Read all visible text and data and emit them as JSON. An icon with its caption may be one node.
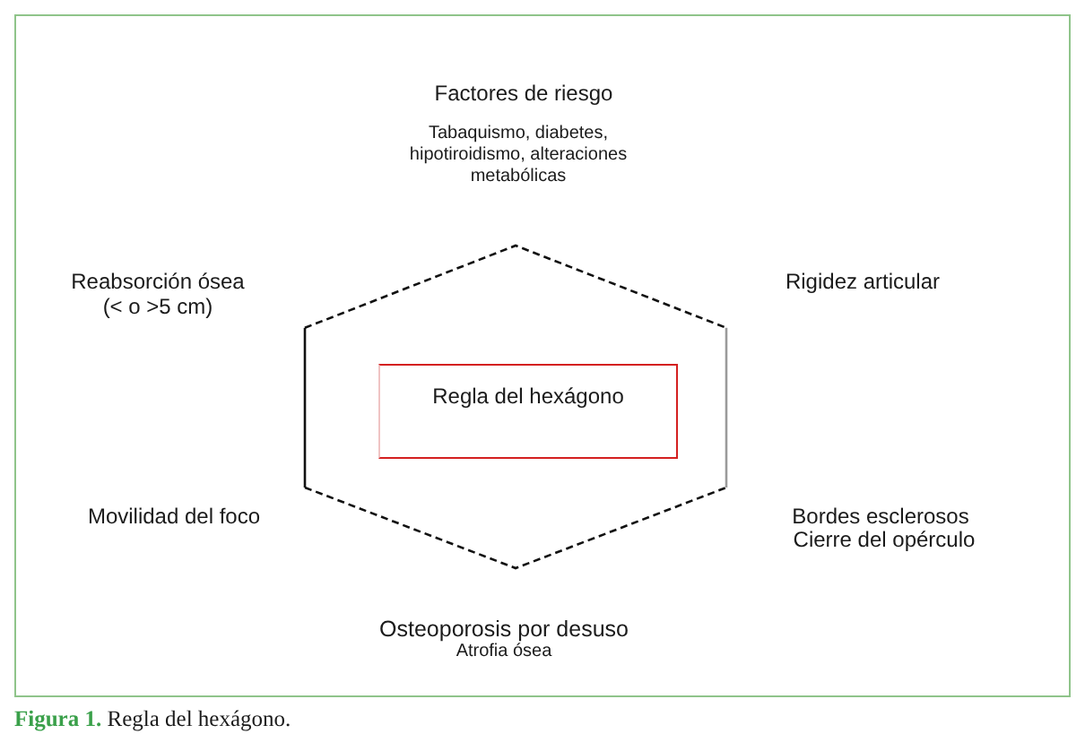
{
  "diagram": {
    "caption": "**Figura 1.** Regla del hexágono.",
    "nodes": [
      {
        "text": [],
        "shape": "hexagon"
      },
      {
        "text": [
          "Regla del hexágono"
        ],
        "in": 0
      }
    ],
    "labels": [
      "Factores de riesgo",
      "Tabaquismo, diabetes, hipotiroidismo, alteraciones metabólicas",
      "Reabsorción ósea (< o >5 cm)",
      "Rigidez articular",
      "Movilidad del foco",
      "Bordes esclerosos",
      "Cierre del opérculo",
      "Osteoporosis por desuso",
      "Atrofia ósea"
    ]
  }
}
